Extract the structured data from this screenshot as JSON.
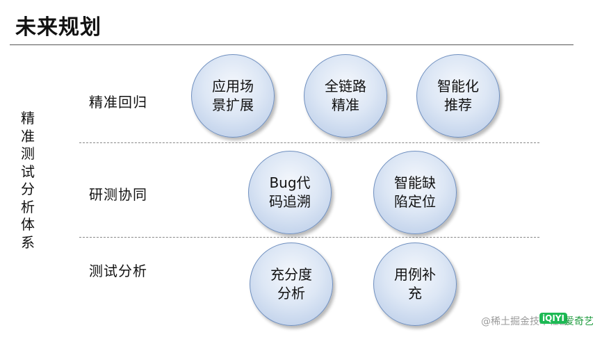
{
  "page": {
    "title": "未来规划"
  },
  "side_label": "精准测试分析体系",
  "rows": [
    {
      "label": "精准回归",
      "items": [
        "应用场景扩展",
        "全链路精准",
        "智能化推荐"
      ]
    },
    {
      "label": "研测协同",
      "items": [
        "Bug代码追溯",
        "智能缺陷定位"
      ]
    },
    {
      "label": "测试分析",
      "items": [
        "充分度分析",
        "用例补充"
      ]
    }
  ],
  "watermark": {
    "text": "@稀土掘金技术社区",
    "logo": "iQIYI",
    "brand": "爱奇艺"
  }
}
